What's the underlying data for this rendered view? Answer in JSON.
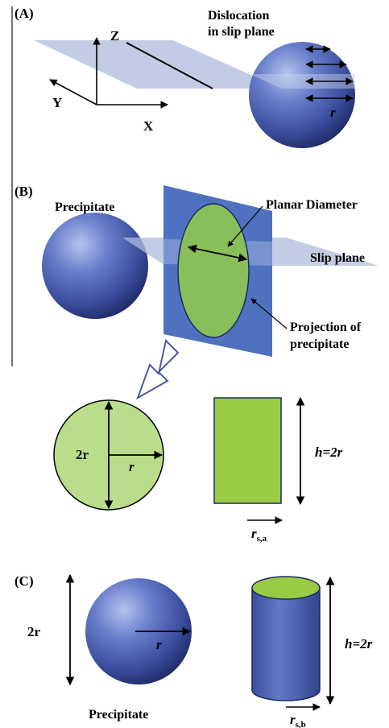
{
  "panel_a": {
    "label": "(A)",
    "axes": {
      "x": "X",
      "y": "Y",
      "z": "Z"
    },
    "dislocation_title_line1": "Dislocation",
    "dislocation_title_line2": "in slip plane",
    "radius": "r"
  },
  "panel_b": {
    "label": "(B)",
    "precipitate": "Precipitate",
    "planar_diameter": "Planar Diameter",
    "slip_plane": "Slip plane",
    "projection_line1": "Projection of",
    "projection_line2": "precipitate",
    "circle_diameter": "2r",
    "circle_radius": "r",
    "rect_height": "h=2r",
    "rect_width_main": "r",
    "rect_width_sub": "s,a"
  },
  "panel_c": {
    "label": "(C)",
    "height": "2r",
    "radius": "r",
    "precipitate": "Precipitate",
    "cyl_height": "h=2r",
    "cyl_width_main": "r",
    "cyl_width_sub": "s,b"
  },
  "colors": {
    "sphere_light": "#b6c3ef",
    "sphere_mid": "#5f74c4",
    "sphere_dark": "#1e2a66",
    "plane_light": "#aebcdc",
    "plane_dark": "#4f72c0",
    "green_light": "#b9dd8a",
    "green_bright": "#99cc44"
  }
}
